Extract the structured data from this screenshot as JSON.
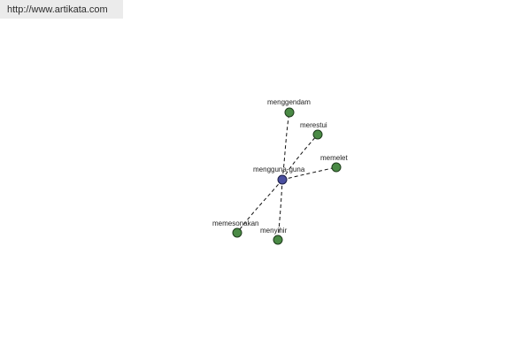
{
  "watermark": {
    "url": "http://www.artikata.com"
  },
  "graph": {
    "center": {
      "id": "mengguna-guna",
      "label": "mengguna-guna",
      "color": "#4a4fa0"
    },
    "leaf_color": "#4a8a45",
    "edge_style": "dashed",
    "nodes": [
      {
        "id": "menggendam",
        "label": "menggendam"
      },
      {
        "id": "merestui",
        "label": "merestui"
      },
      {
        "id": "memelet",
        "label": "memelet"
      },
      {
        "id": "memesonakan",
        "label": "memesonakan"
      },
      {
        "id": "menyihir",
        "label": "menyihir"
      }
    ]
  }
}
